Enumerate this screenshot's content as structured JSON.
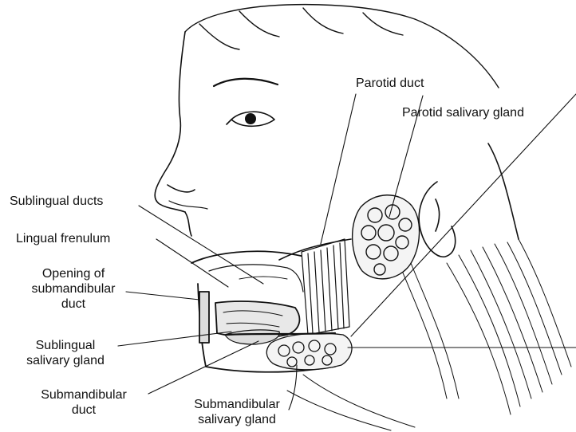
{
  "labels": {
    "parotid_duct": "Parotid duct",
    "parotid_gland": "Parotid salivary gland",
    "sublingual_ducts": "Sublingual ducts",
    "lingual_frenulum": "Lingual frenulum",
    "opening_line1": "Opening of",
    "opening_line2": "submandibular",
    "opening_line3": "duct",
    "sublingual_gland_line1": "Sublingual",
    "sublingual_gland_line2": "salivary gland",
    "submandibular_duct_line1": "Submandibular",
    "submandibular_duct_line2": "duct",
    "submandibular_gland_line1": "Submandibular",
    "submandibular_gland_line2": "salivary gland"
  },
  "colors": {
    "ink": "#111111",
    "paper": "#ffffff"
  }
}
